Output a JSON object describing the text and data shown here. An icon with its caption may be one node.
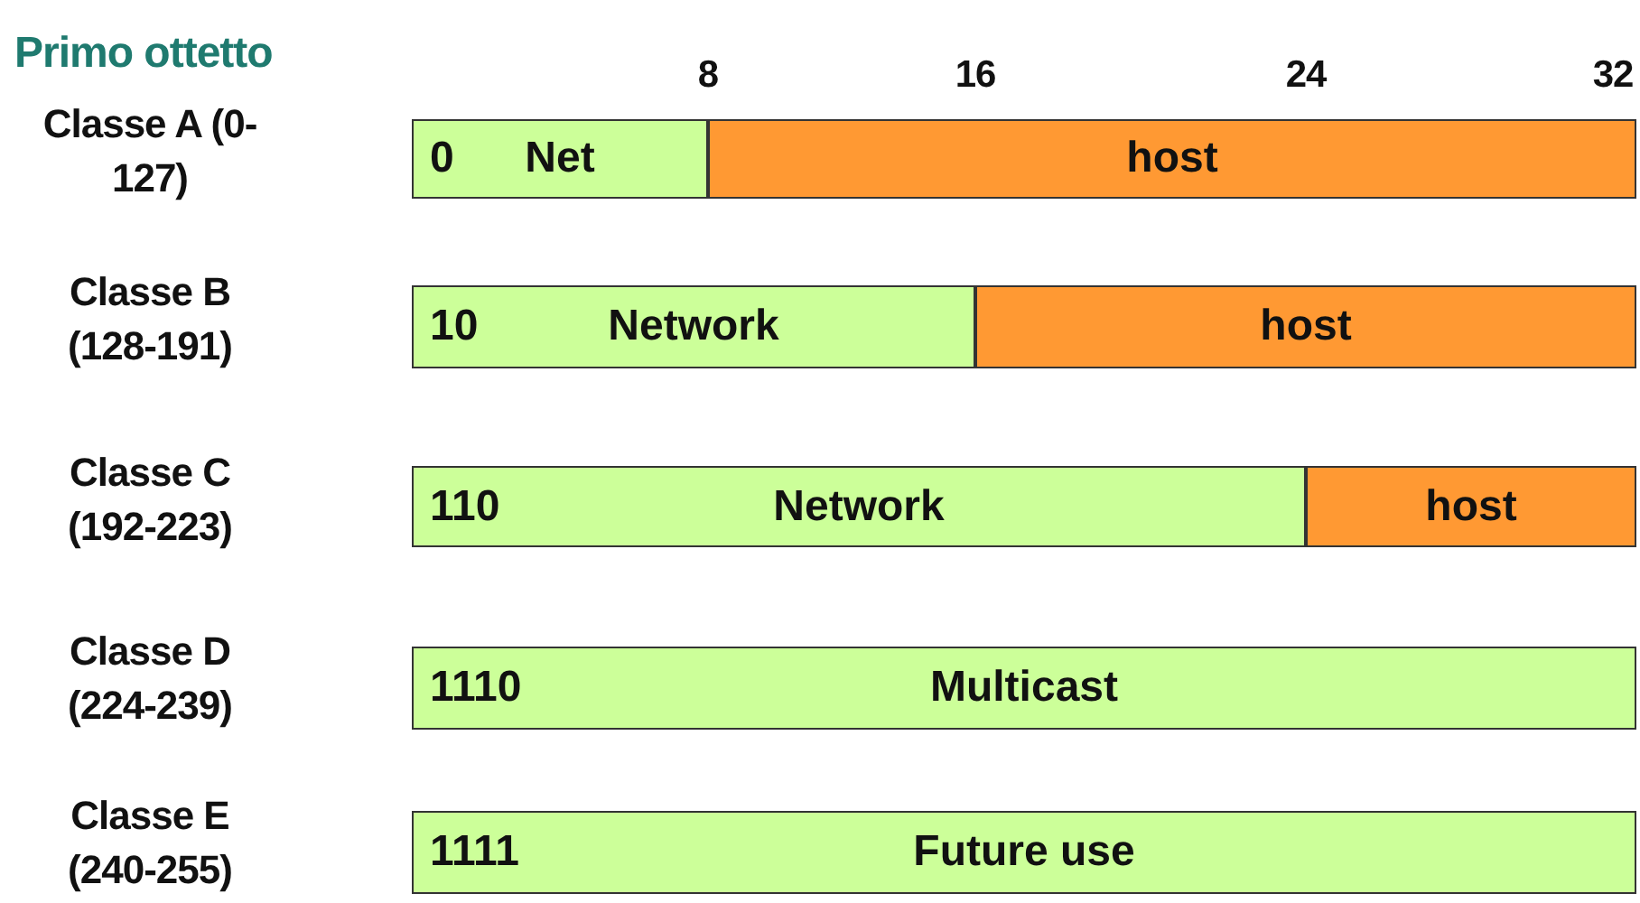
{
  "diagram": {
    "title": "Primo ottetto",
    "nodes": [
      {
        "text": [
          "0",
          "Net"
        ]
      },
      {
        "text": [
          "host"
        ]
      },
      {
        "text": [
          "10",
          "Network"
        ]
      },
      {
        "text": [
          "host"
        ]
      },
      {
        "text": [
          "110",
          "Network"
        ]
      },
      {
        "text": [
          "host"
        ]
      },
      {
        "text": [
          "1110",
          "Multicast"
        ]
      },
      {
        "text": [
          "1111",
          "Future use"
        ]
      }
    ],
    "labels": [
      "8",
      "16",
      "24",
      "32",
      "Classe A (0-127)",
      "Classe B (128-191)",
      "Classe C (192-223)",
      "Classe D (224-239)",
      "Classe E (240-255)"
    ]
  }
}
